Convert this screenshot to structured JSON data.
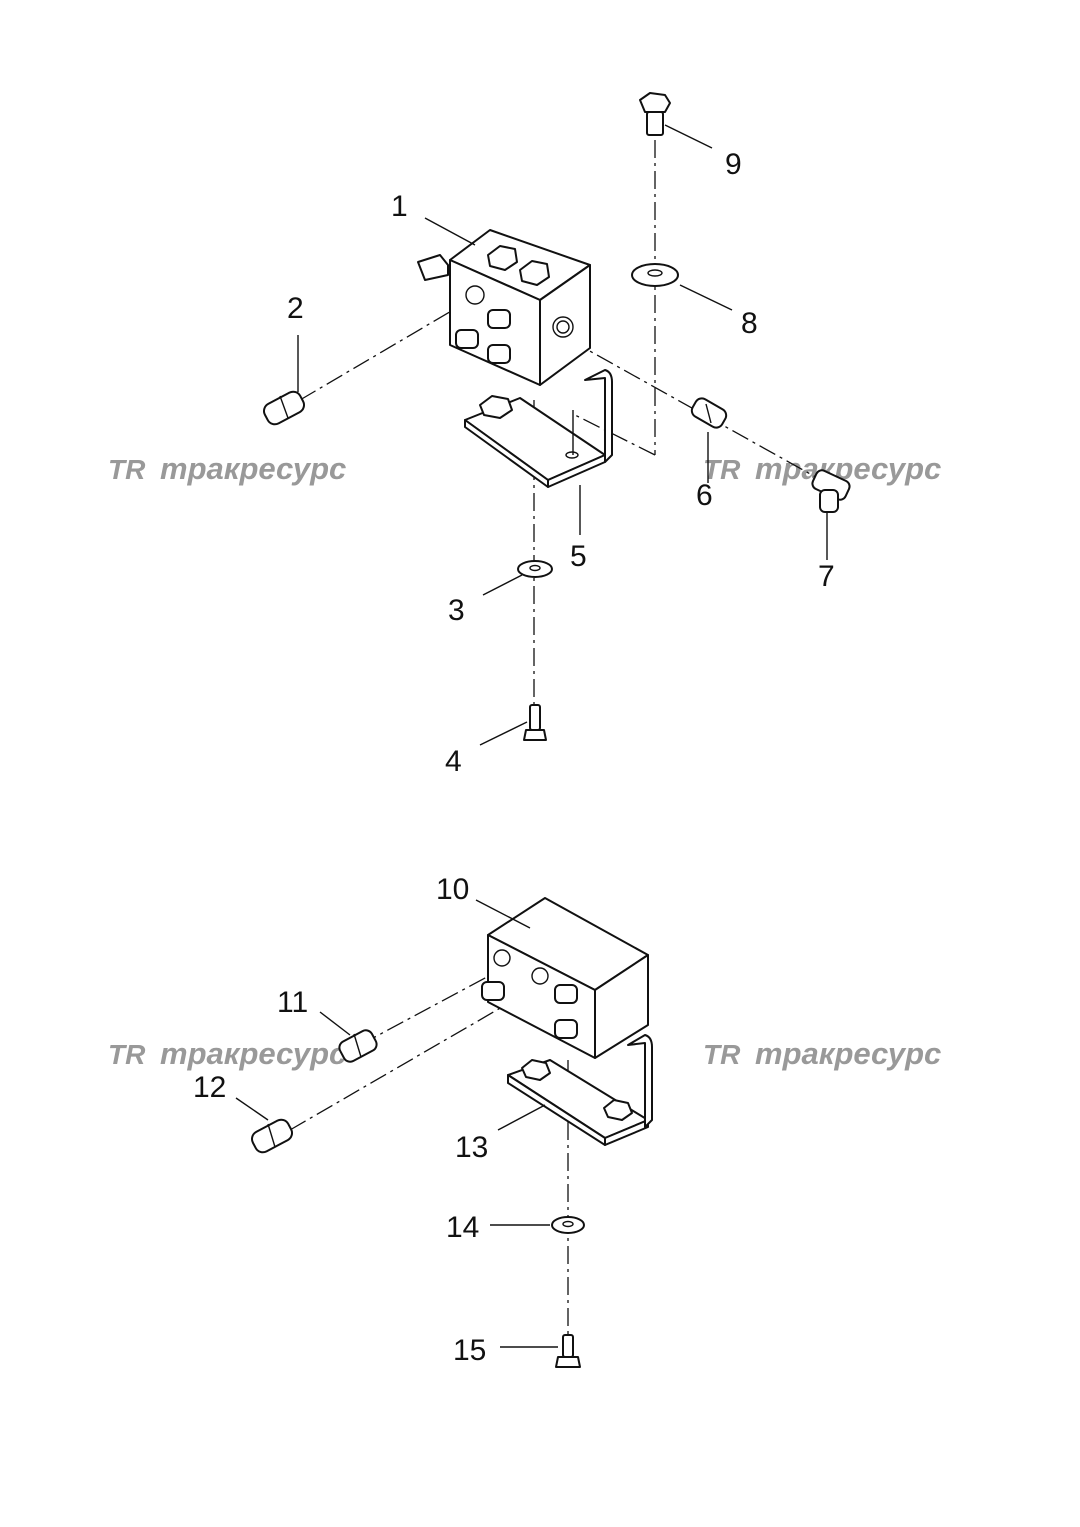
{
  "watermark": {
    "mark": "TR",
    "text": "тракресурс"
  },
  "labels": [
    "1",
    "2",
    "3",
    "4",
    "5",
    "6",
    "7",
    "8",
    "9",
    "10",
    "11",
    "12",
    "13",
    "14",
    "15"
  ]
}
